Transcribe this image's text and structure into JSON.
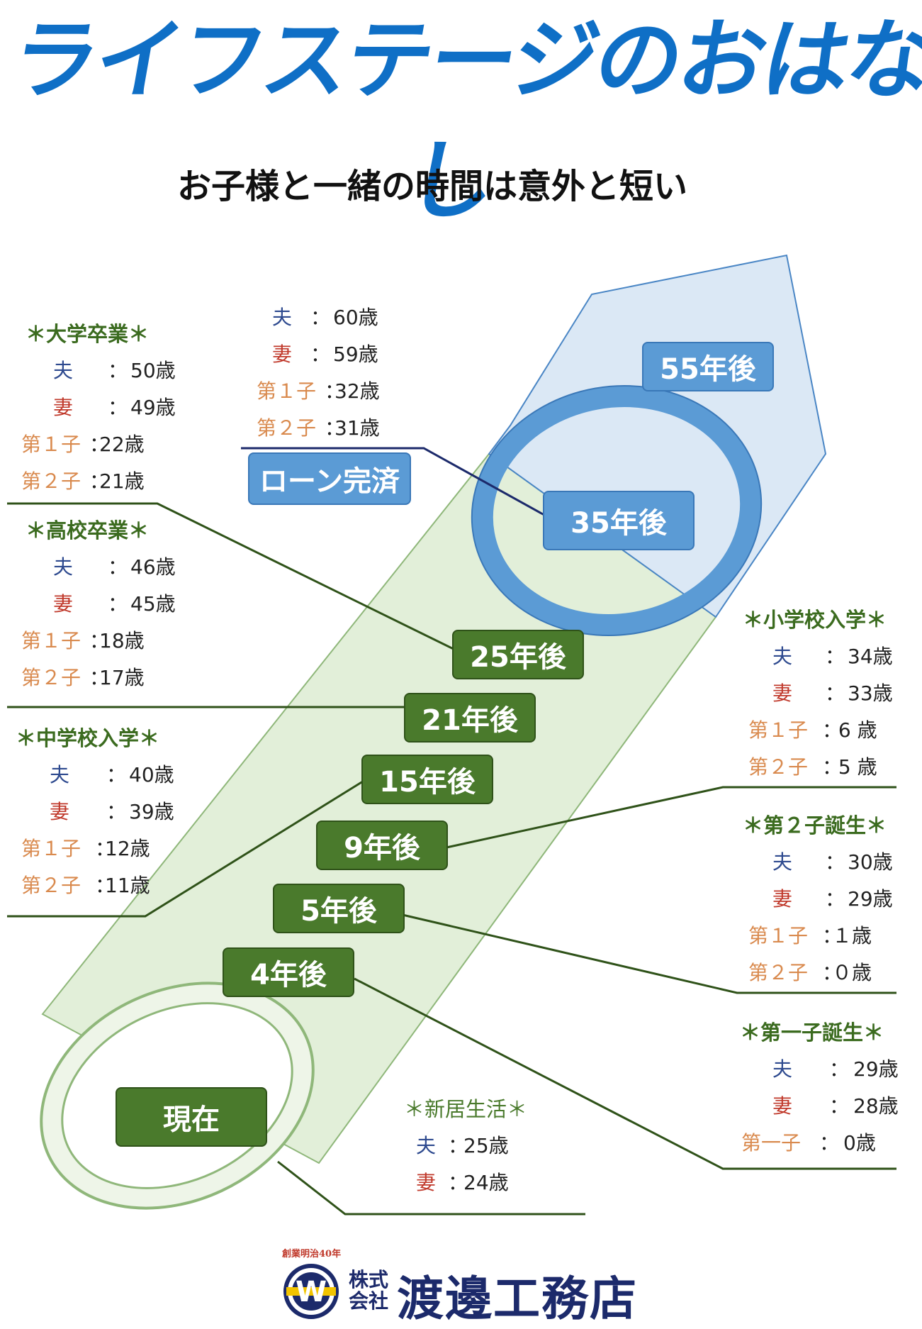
{
  "title": "ライフステージのおはなし",
  "subtitle": "お子様と一緒の時間は意外と短い",
  "labels": {
    "now": "現在",
    "y4": "4年後",
    "y5": "5年後",
    "y9": "9年後",
    "y15": "15年後",
    "y21": "21年後",
    "y25": "25年後",
    "y35": "35年後",
    "y55": "55年後",
    "loan": "ローン完済"
  },
  "stages": {
    "university": {
      "heading": "＊大学卒業＊",
      "rows": [
        {
          "who": "夫",
          "sep": "：",
          "age": "50歳"
        },
        {
          "who": "妻",
          "sep": "：",
          "age": "49歳"
        },
        {
          "who": "第１子",
          "sep": "：",
          "age": "22歳"
        },
        {
          "who": "第２子",
          "sep": "：",
          "age": "21歳"
        }
      ]
    },
    "highschool": {
      "heading": "＊高校卒業＊",
      "rows": [
        {
          "who": "夫",
          "sep": "：",
          "age": "46歳"
        },
        {
          "who": "妻",
          "sep": "：",
          "age": "45歳"
        },
        {
          "who": "第１子",
          "sep": "：",
          "age": "18歳"
        },
        {
          "who": "第２子",
          "sep": "：",
          "age": "17歳"
        }
      ]
    },
    "juniorhigh": {
      "heading": "＊中学校入学＊",
      "rows": [
        {
          "who": "夫",
          "sep": "：",
          "age": "40歳"
        },
        {
          "who": "妻",
          "sep": "：",
          "age": "39歳"
        },
        {
          "who": "第１子",
          "sep": "：",
          "age": "12歳"
        },
        {
          "who": "第２子",
          "sep": "：",
          "age": "11歳"
        }
      ]
    },
    "loanpaid": {
      "rows": [
        {
          "who": "夫",
          "sep": "：",
          "age": "60歳"
        },
        {
          "who": "妻",
          "sep": "：",
          "age": "59歳"
        },
        {
          "who": "第１子",
          "sep": "：",
          "age": "32歳"
        },
        {
          "who": "第２子",
          "sep": "：",
          "age": "31歳"
        }
      ]
    },
    "elementary": {
      "heading": "＊小学校入学＊",
      "rows": [
        {
          "who": "夫",
          "sep": "：",
          "age": "34歳"
        },
        {
          "who": "妻",
          "sep": "：",
          "age": "33歳"
        },
        {
          "who": "第１子",
          "sep": "：",
          "age": " 6 歳"
        },
        {
          "who": "第２子",
          "sep": "：",
          "age": " 5 歳"
        }
      ]
    },
    "secondchild": {
      "heading": "＊第２子誕生＊",
      "rows": [
        {
          "who": "夫",
          "sep": "：",
          "age": "30歳"
        },
        {
          "who": "妻",
          "sep": "：",
          "age": "29歳"
        },
        {
          "who": "第１子",
          "sep": "：",
          "age": "１歳"
        },
        {
          "who": "第２子",
          "sep": "：",
          "age": "０歳"
        }
      ]
    },
    "firstchild": {
      "heading": "＊第一子誕生＊",
      "rows": [
        {
          "who": "夫",
          "sep": "：",
          "age": "29歳"
        },
        {
          "who": "妻",
          "sep": "：",
          "age": "28歳"
        },
        {
          "who": "第一子",
          "sep": "：",
          "age": "0歳"
        }
      ]
    },
    "newhome": {
      "heading": "＊新居生活＊",
      "rows": [
        {
          "who": "夫",
          "sep": "：",
          "age": "25歳"
        },
        {
          "who": "妻",
          "sep": "：",
          "age": "24歳"
        }
      ]
    }
  },
  "footer": {
    "established": "創業明治40年",
    "logo_letter": "W",
    "kabushiki_1": "株式",
    "kabushiki_2": "会社",
    "company": "渡邊工務店"
  },
  "colors": {
    "title_blue": "#0f6fc6",
    "label_green": "#4a7a2c",
    "label_blue": "#5b9bd5",
    "tube_green": "#e2efd9",
    "tube_blue": "#dbe8f5"
  }
}
